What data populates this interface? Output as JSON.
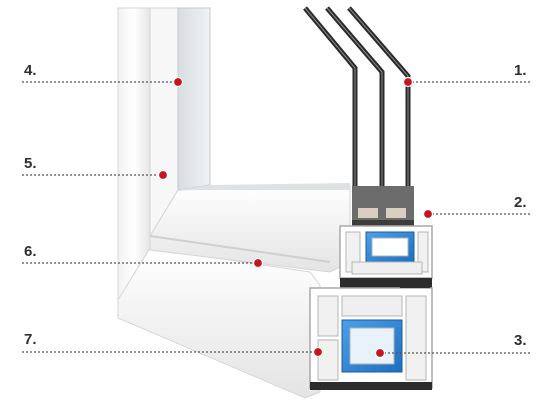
{
  "callouts": [
    {
      "label": "1.",
      "description": ""
    },
    {
      "label": "2.",
      "description": ""
    },
    {
      "label": "3.",
      "description": ""
    },
    {
      "label": "4.",
      "description": ""
    },
    {
      "label": "5.",
      "description": ""
    },
    {
      "label": "6.",
      "description": ""
    },
    {
      "label": "7.",
      "description": ""
    }
  ],
  "colors": {
    "marker": "#c8141c",
    "leader_line": "#555555",
    "frame_white": "#ffffff",
    "reinforcement_blue": "#2f86d8",
    "glass_spacer": "#6c6c6c"
  },
  "icons": {
    "marker": "red-dot-marker",
    "leader": "dotted-leader-line"
  }
}
